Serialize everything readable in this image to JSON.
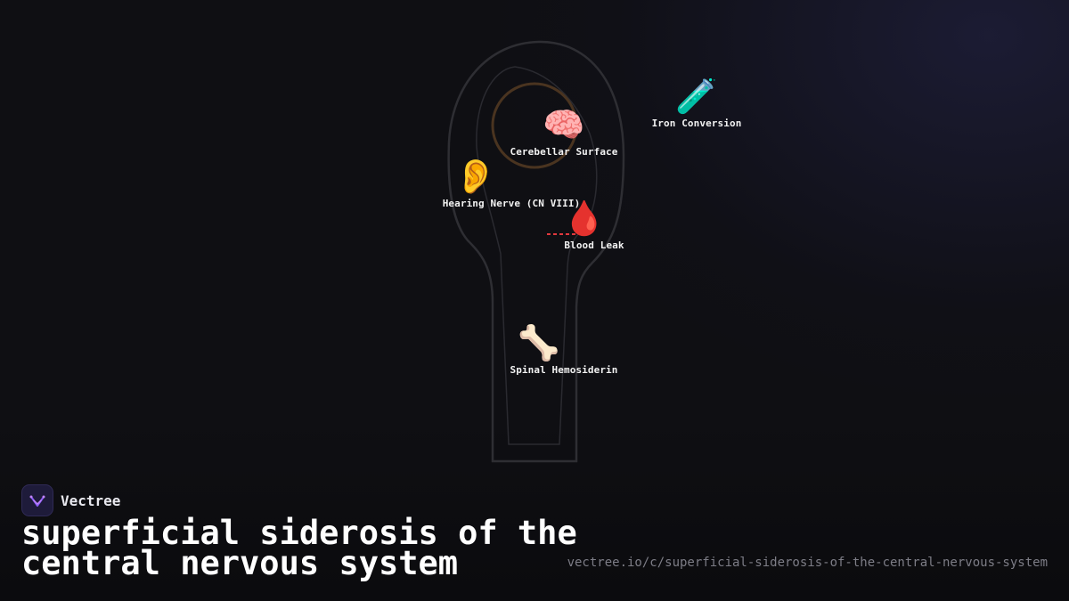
{
  "brand": {
    "name": "Vectree",
    "logo_icon": "vectree-logo-icon"
  },
  "title_lines": [
    "superficial siderosis of the",
    "central nervous system"
  ],
  "url": "vectree.io/c/superficial-siderosis-of-the-central-nervous-system",
  "nodes": {
    "cerebellar": {
      "label": "Cerebellar Surface",
      "emoji": "🧠",
      "icon": "brain-icon"
    },
    "iron": {
      "label": "Iron Conversion",
      "emoji": "🧪",
      "icon": "test-tube-icon"
    },
    "hearing": {
      "label": "Hearing Nerve (CN VIII)",
      "emoji": "👂",
      "icon": "ear-icon"
    },
    "blood": {
      "label": "Blood Leak",
      "emoji": "🩸",
      "icon": "blood-drop-icon"
    },
    "spinal": {
      "label": "Spinal Hemosiderin",
      "emoji": "🦴",
      "icon": "bone-icon"
    }
  },
  "colors": {
    "background": "#0f0f13",
    "outline": "#2e2e33",
    "cerebellum_ring": "#4a3420",
    "leak_dash": "#e0383e",
    "label": "#f2f2f2",
    "url": "#7d7d86"
  }
}
